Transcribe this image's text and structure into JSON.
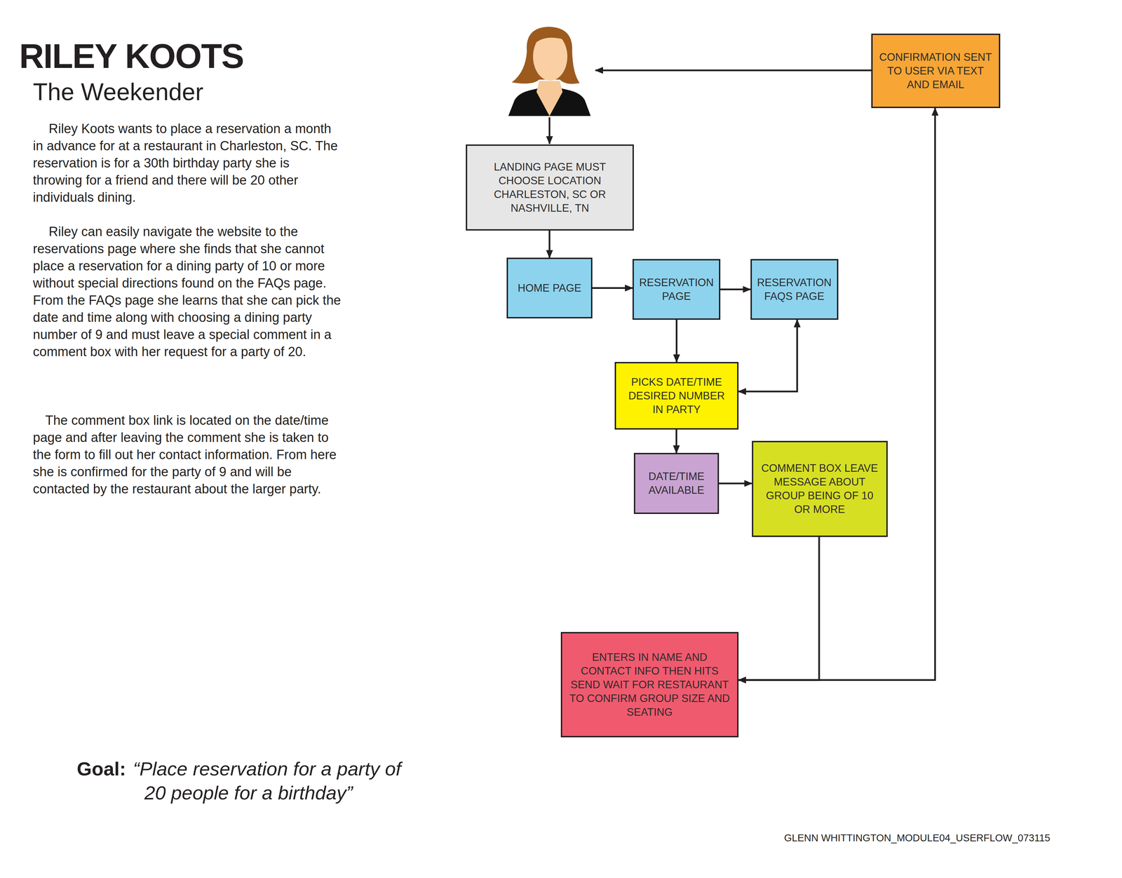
{
  "diagram": {
    "title": "RILEY KOOTS",
    "nodes": [
      {
        "text": [
          "LANDING PAGE MUST CHOOSE LOCATION CHARLESTON, SC OR NASHVILLE, TN"
        ]
      },
      {
        "text": [
          "HOME PAGE"
        ]
      },
      {
        "text": [
          "RESERVATION PAGE"
        ]
      },
      {
        "text": [
          "RESERVATION FAQS PAGE"
        ]
      },
      {
        "text": [
          "PICKS DATE/TIME DESIRED NUMBER IN PARTY"
        ]
      },
      {
        "text": [
          "DATE/TIME AVAILABLE"
        ]
      },
      {
        "text": [
          "COMMENT BOX LEAVE MESSAGE ABOUT GROUP BEING OF 10 OR MORE"
        ]
      },
      {
        "text": [
          "ENTERS IN NAME AND CONTACT INFO THEN HITS SEND WAIT FOR RESTAURANT TO CONFIRM GROUP SIZE AND SEATING"
        ]
      },
      {
        "text": [
          "CONFIRMATION SENT TO USER VIA TEXT AND EMAIL"
        ]
      }
    ],
    "edges": [
      {
        "from": 0,
        "to": 1,
        "arrow": "to"
      },
      {
        "from": 1,
        "to": 2,
        "arrow": "to"
      },
      {
        "from": 2,
        "to": 3,
        "arrow": "to"
      },
      {
        "from": 2,
        "to": 4,
        "arrow": "to"
      },
      {
        "from": 3,
        "to": 4,
        "arrow": "both"
      },
      {
        "from": 4,
        "to": 5,
        "arrow": "to"
      },
      {
        "from": 5,
        "to": 6,
        "arrow": "to"
      },
      {
        "from": 6,
        "to": 7,
        "arrow": "to"
      },
      {
        "from": 7,
        "to": 8,
        "arrow": "to"
      }
    ],
    "labels": [
      "The Weekender",
      "Riley Koots wants to place a reservation a month in advance for at a restaurant in Charleston, SC. The reservation is for a 30th birthday party she is throwing for a friend and there will be 20 other individuals dining.",
      "Riley can easily navigate the website to the reservations page where she finds that she cannot place a reservation for a dining party of 10 or more without special directions found on the FAQs page. From the FAQs page she learns that she can pick the date and time along with choosing a dining party number of 9 and must leave a special comment in a comment box with her request for a party of 20.",
      "The comment box link is located on the date/time page and after leaving the comment she is taken to the form to fill out her contact information. From here she is confirmed for the party of 9 and will be contacted by the restaurant about the larger party.",
      "Goal:",
      "“Place reservation for a party of 20 people for a birthday”",
      "GLENN WHITTINGTON_MODULE04_USERFLOW_073115"
    ]
  }
}
